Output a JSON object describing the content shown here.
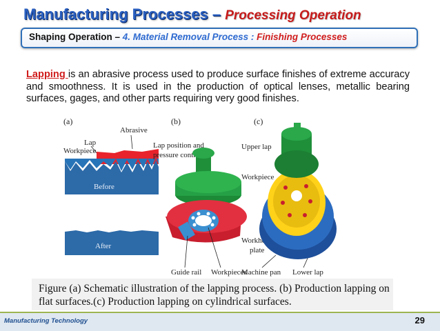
{
  "slide": {
    "title_main": "Manufacturing Processes – ",
    "title_sub": "Processing Operation",
    "banner_lead": "Shaping Operation – ",
    "banner_mid": "4. Material Removal Process : ",
    "banner_end": "Finishing Processes",
    "para_keyword": "Lapping ",
    "para_text": "is an abrasive process used to produce surface finishes of extreme accuracy and smoothness. It is used in the production of optical lenses, metallic bearing surfaces, gages, and other parts requiring very good finishes.",
    "caption_line1": "Figure (a) Schematic illustration of the lapping process.  (b) Production lapping on",
    "caption_line2": "flat surfaces.(c) Production lapping on cylindrical surfaces.",
    "footer_text": "Manufacturing Technology",
    "page_number": "29"
  },
  "figure": {
    "label_a": "(a)",
    "label_b": "(b)",
    "label_c": "(c)",
    "lap": "Lap",
    "abrasive": "Abrasive",
    "workpiece": "Workpiece",
    "before": "Before",
    "after": "After",
    "lap_position_1": "Lap position and",
    "lap_position_2": "pressure control",
    "guide_rail": "Guide rail",
    "workpieces": "Workpieces",
    "upper_lap": "Upper lap",
    "workpiece_c": "Workpiece",
    "workholding_1": "Workholding",
    "workholding_2": "plate",
    "machine_pan": "Machine pan",
    "lower_lap": "Lower lap"
  },
  "colors": {
    "title_blue": "#2a5fbf",
    "accent_red": "#d01c1c",
    "banner_border": "#2f6fb7",
    "footer_bg": "#dfe8f1"
  }
}
